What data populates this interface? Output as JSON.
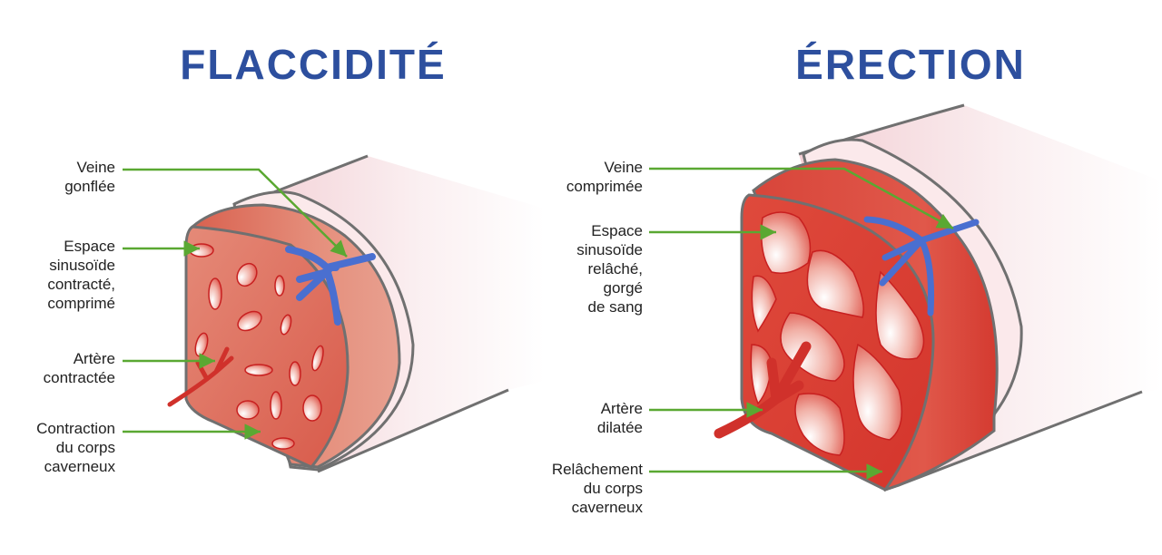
{
  "titles": {
    "left": "FLACCIDITÉ",
    "right": "ÉRECTION"
  },
  "left_labels": [
    {
      "text": "Veine\ngonflée"
    },
    {
      "text": "Espace\nsinusoïde\ncontracté,\ncomprimé"
    },
    {
      "text": "Artère\ncontractée"
    },
    {
      "text": "Contraction\ndu corps\ncaverneux"
    }
  ],
  "right_labels": [
    {
      "text": "Veine\ncomprimée"
    },
    {
      "text": "Espace\nsinusoïde\nrelâché,\ngorgé\nde sang"
    },
    {
      "text": "Artère\ndilatée"
    },
    {
      "text": "Relâchement\ndu corps\ncaverneux"
    }
  ],
  "colors": {
    "title": "#2d4f9e",
    "arrow": "#5aa832",
    "tissue": "#d9453a",
    "vein": "#4a6fd0",
    "outline": "#707070"
  }
}
